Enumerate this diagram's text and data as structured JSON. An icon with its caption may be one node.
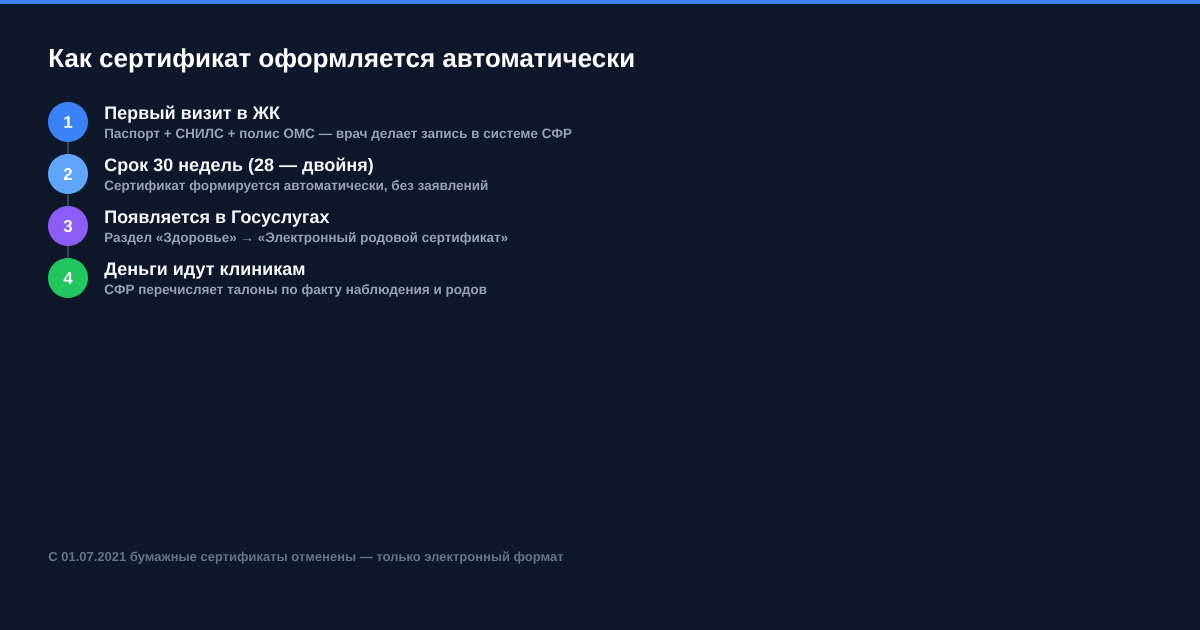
{
  "diagram": {
    "title": "Как сертификат оформляется автоматически",
    "nodes": [
      {
        "text": [
          "1"
        ],
        "beside": [
          "Первый визит в ЖК",
          "Паспорт + СНИЛС + полис ОМС — врач делает запись в системе СФР"
        ]
      },
      {
        "text": [
          "2"
        ],
        "beside": [
          "Срок 30 недель (28 — двойня)",
          "Сертификат формируется автоматически, без заявлений"
        ]
      },
      {
        "text": [
          "3"
        ],
        "beside": [
          "Появляется в Госуслугах",
          "Раздел «Здоровье» → «Электронный родовой сертификат»"
        ]
      },
      {
        "text": [
          "4"
        ],
        "beside": [
          "Деньги идут клиникам",
          "СФР перечисляет талоны по факту наблюдения и родов"
        ]
      }
    ],
    "edges": [
      {
        "from": 0,
        "to": 1,
        "arrow": "none"
      },
      {
        "from": 1,
        "to": 2,
        "arrow": "none"
      },
      {
        "from": 2,
        "to": 3,
        "arrow": "none"
      }
    ],
    "labels": [
      "С 01.07.2021 бумажные сертификаты отменены — только электронный формат"
    ]
  }
}
